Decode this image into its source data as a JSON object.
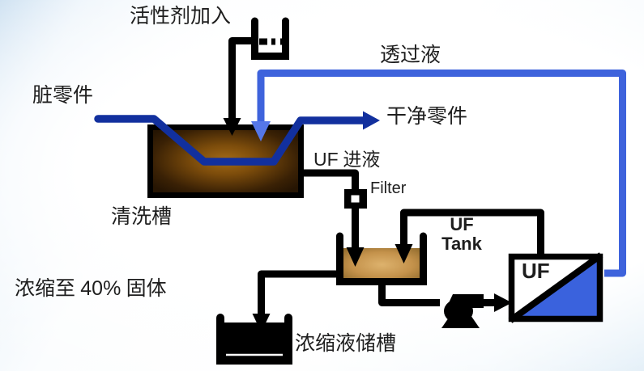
{
  "labels": {
    "surfactant_feed": "活性剂加入",
    "permeate": "透过液",
    "dirty_parts": "脏零件",
    "clean_parts": "干净零件",
    "wash_tank": "清洗槽",
    "uf_feed_en": "UF",
    "uf_feed_cn": "进液",
    "filter": "Filter",
    "uf_tank_line1": "UF",
    "uf_tank_line2": "Tank",
    "uf_module": "UF",
    "concentrate_prefix": "浓缩至",
    "concentrate_value": "40%",
    "concentrate_suffix": "固体",
    "concentrate_tank": "浓缩液储槽"
  },
  "colors": {
    "permeate_line": "#3e63dc",
    "permeate_arrow": "#5577e8",
    "parts_line": "#12309e",
    "pipe_black": "#000000",
    "uf_module_fill": "#3a62dd",
    "wash_tank_center": "#a26a17",
    "wash_tank_mid": "#7c4c0b",
    "wash_tank_edge": "#261503",
    "uf_tank_center": "#ddb26d",
    "uf_tank_mid": "#c4924b",
    "uf_tank_edge": "#8f6a2c",
    "text": "#1e1e1e",
    "background_edge": "#cfe3f3"
  }
}
